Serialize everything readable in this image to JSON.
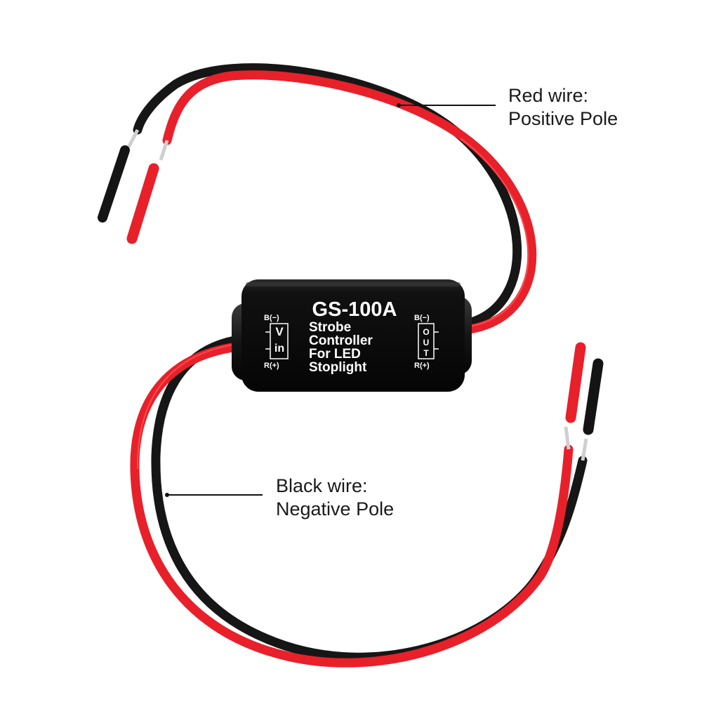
{
  "product": {
    "model": "GS-100A",
    "description_lines": [
      "Strobe",
      "Controller",
      "For LED",
      "Stoplight"
    ],
    "input_label": {
      "top": "B(−)",
      "bottom": "R(+)",
      "letters": [
        "V",
        "in"
      ]
    },
    "output_label": {
      "top": "B(−)",
      "bottom": "R(+)",
      "letters": [
        "O",
        "U",
        "T"
      ]
    }
  },
  "callouts": {
    "red_wire": {
      "line1": "Red wire:",
      "line2": "Positive Pole"
    },
    "black_wire": {
      "line1": "Black wire:",
      "line2": "Negative Pole"
    }
  },
  "colors": {
    "red_wire": "#e8202a",
    "black_wire": "#161616",
    "module_body": "#0d0d0d",
    "module_text": "#ffffff",
    "background": "#ffffff"
  }
}
